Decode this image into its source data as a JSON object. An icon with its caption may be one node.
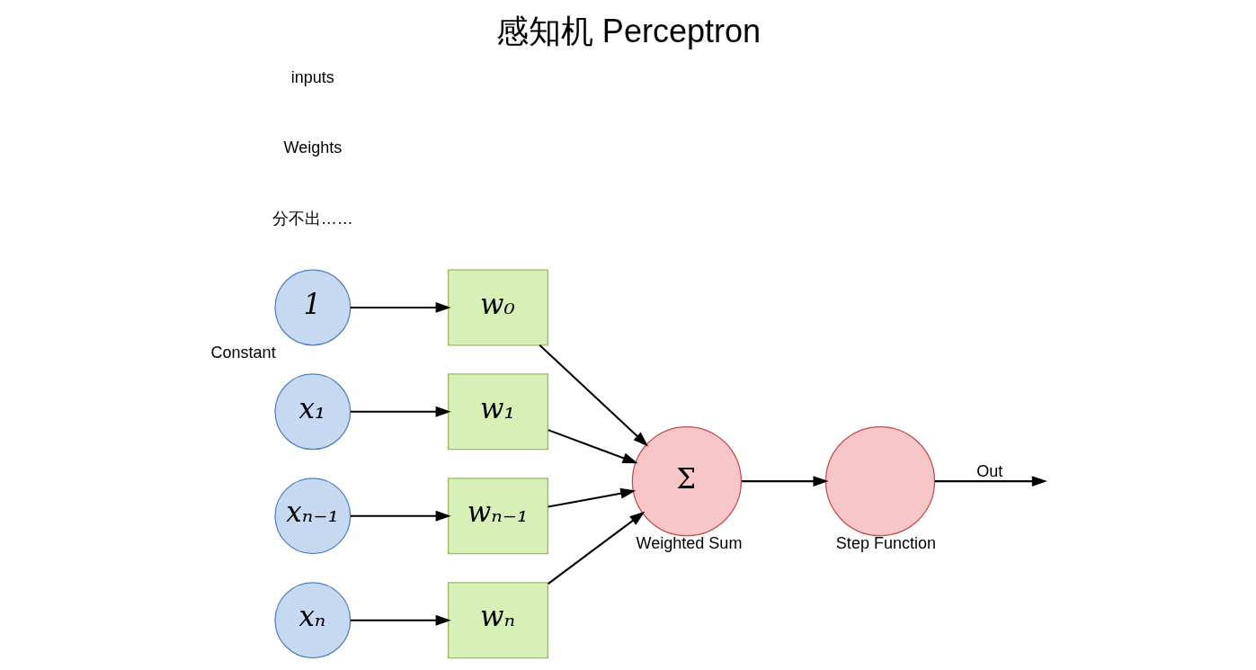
{
  "diagram": {
    "title": "感知机 Perceptron",
    "nodes": [
      {
        "text": [
          "1"
        ],
        "beside": [
          "Constant"
        ]
      },
      {
        "text": [
          "x₁"
        ]
      },
      {
        "text": [
          "xₙ₋₁"
        ]
      },
      {
        "text": [
          "xₙ"
        ]
      },
      {
        "text": [
          "w₀"
        ]
      },
      {
        "text": [
          "w₁"
        ]
      },
      {
        "text": [
          "wₙ₋₁"
        ]
      },
      {
        "text": [
          "wₙ"
        ]
      },
      {
        "text": [
          "Σ"
        ],
        "beside": [
          "Weighted Sum"
        ]
      },
      {
        "text": [],
        "shape": "circle",
        "beside": [
          "Step Function"
        ]
      }
    ],
    "edges": [
      {
        "from": 0,
        "to": 4,
        "arrow": "to"
      },
      {
        "from": 1,
        "to": 5,
        "arrow": "to"
      },
      {
        "from": 2,
        "to": 6,
        "arrow": "to"
      },
      {
        "from": 3,
        "to": 7,
        "arrow": "to"
      },
      {
        "from": 4,
        "to": 8,
        "arrow": "to"
      },
      {
        "from": 5,
        "to": 8,
        "arrow": "to"
      },
      {
        "from": 6,
        "to": 8,
        "arrow": "to"
      },
      {
        "from": 7,
        "to": 8,
        "arrow": "to"
      },
      {
        "from": 8,
        "to": 9,
        "arrow": "to"
      },
      {
        "from": 9,
        "to": null,
        "arrow": "to",
        "label": "Out"
      }
    ],
    "labels": [
      "分不出……",
      "Weights",
      "inputs"
    ]
  }
}
